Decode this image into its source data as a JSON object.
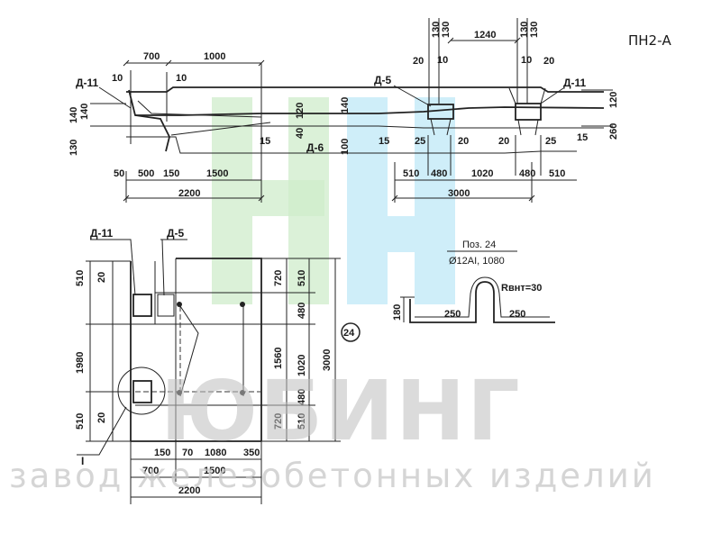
{
  "title": "ПН2-А",
  "watermark": {
    "brand": "ЮБИНГ",
    "subtitle": "завод железобетонных изделий"
  },
  "labels": {
    "d11_left": "Д-11",
    "d11_right": "Д-11",
    "d5_top": "Д-5",
    "d6": "Д-6",
    "d11_bottom": "Д-11",
    "d5_bottom": "Д-5",
    "section_mark": "I",
    "position_circle": "24"
  },
  "bar_detail": {
    "position": "Поз. 24",
    "spec": "Ø12AI, 1080",
    "radius": "Rвнт=30",
    "height": "180",
    "left_leg": "250",
    "right_leg": "250"
  },
  "top_view_dims": {
    "d700": "700",
    "d1000": "1000",
    "d10a": "10",
    "d10b": "10",
    "d130a": "130",
    "d130b": "130",
    "d130c": "130",
    "d130d": "130",
    "d1240": "1240",
    "d20a": "20",
    "d10c": "10",
    "d10d": "10",
    "d20b": "20",
    "d140a": "140",
    "d130e": "130",
    "d140b": "140",
    "d120a": "120",
    "d40": "40",
    "d120b": "120",
    "d260": "260",
    "d100": "100",
    "d140c": "140",
    "d15a": "15",
    "d15b": "15",
    "d25a": "25",
    "d20c": "20",
    "d20d": "20",
    "d25b": "25",
    "d15c": "15",
    "d50": "50",
    "d500": "500",
    "d150": "150",
    "d1500": "1500",
    "d510a": "510",
    "d480a": "480",
    "d1020": "1020",
    "d480b": "480",
    "d510b": "510",
    "d2200": "2200",
    "d3000": "3000"
  },
  "plan_dims": {
    "l510a": "510",
    "l20a": "20",
    "l1980": "1980",
    "l20b": "20",
    "l510b": "510",
    "r720a": "720",
    "r510a": "510",
    "r480a": "480",
    "r1560": "1560",
    "r1020": "1020",
    "r3000": "3000",
    "r480b": "480",
    "r720b": "720",
    "r510b": "510",
    "b150": "150",
    "b70": "70",
    "b1080": "1080",
    "b350": "350",
    "b700": "700",
    "b1500": "1500",
    "b2200": "2200"
  }
}
